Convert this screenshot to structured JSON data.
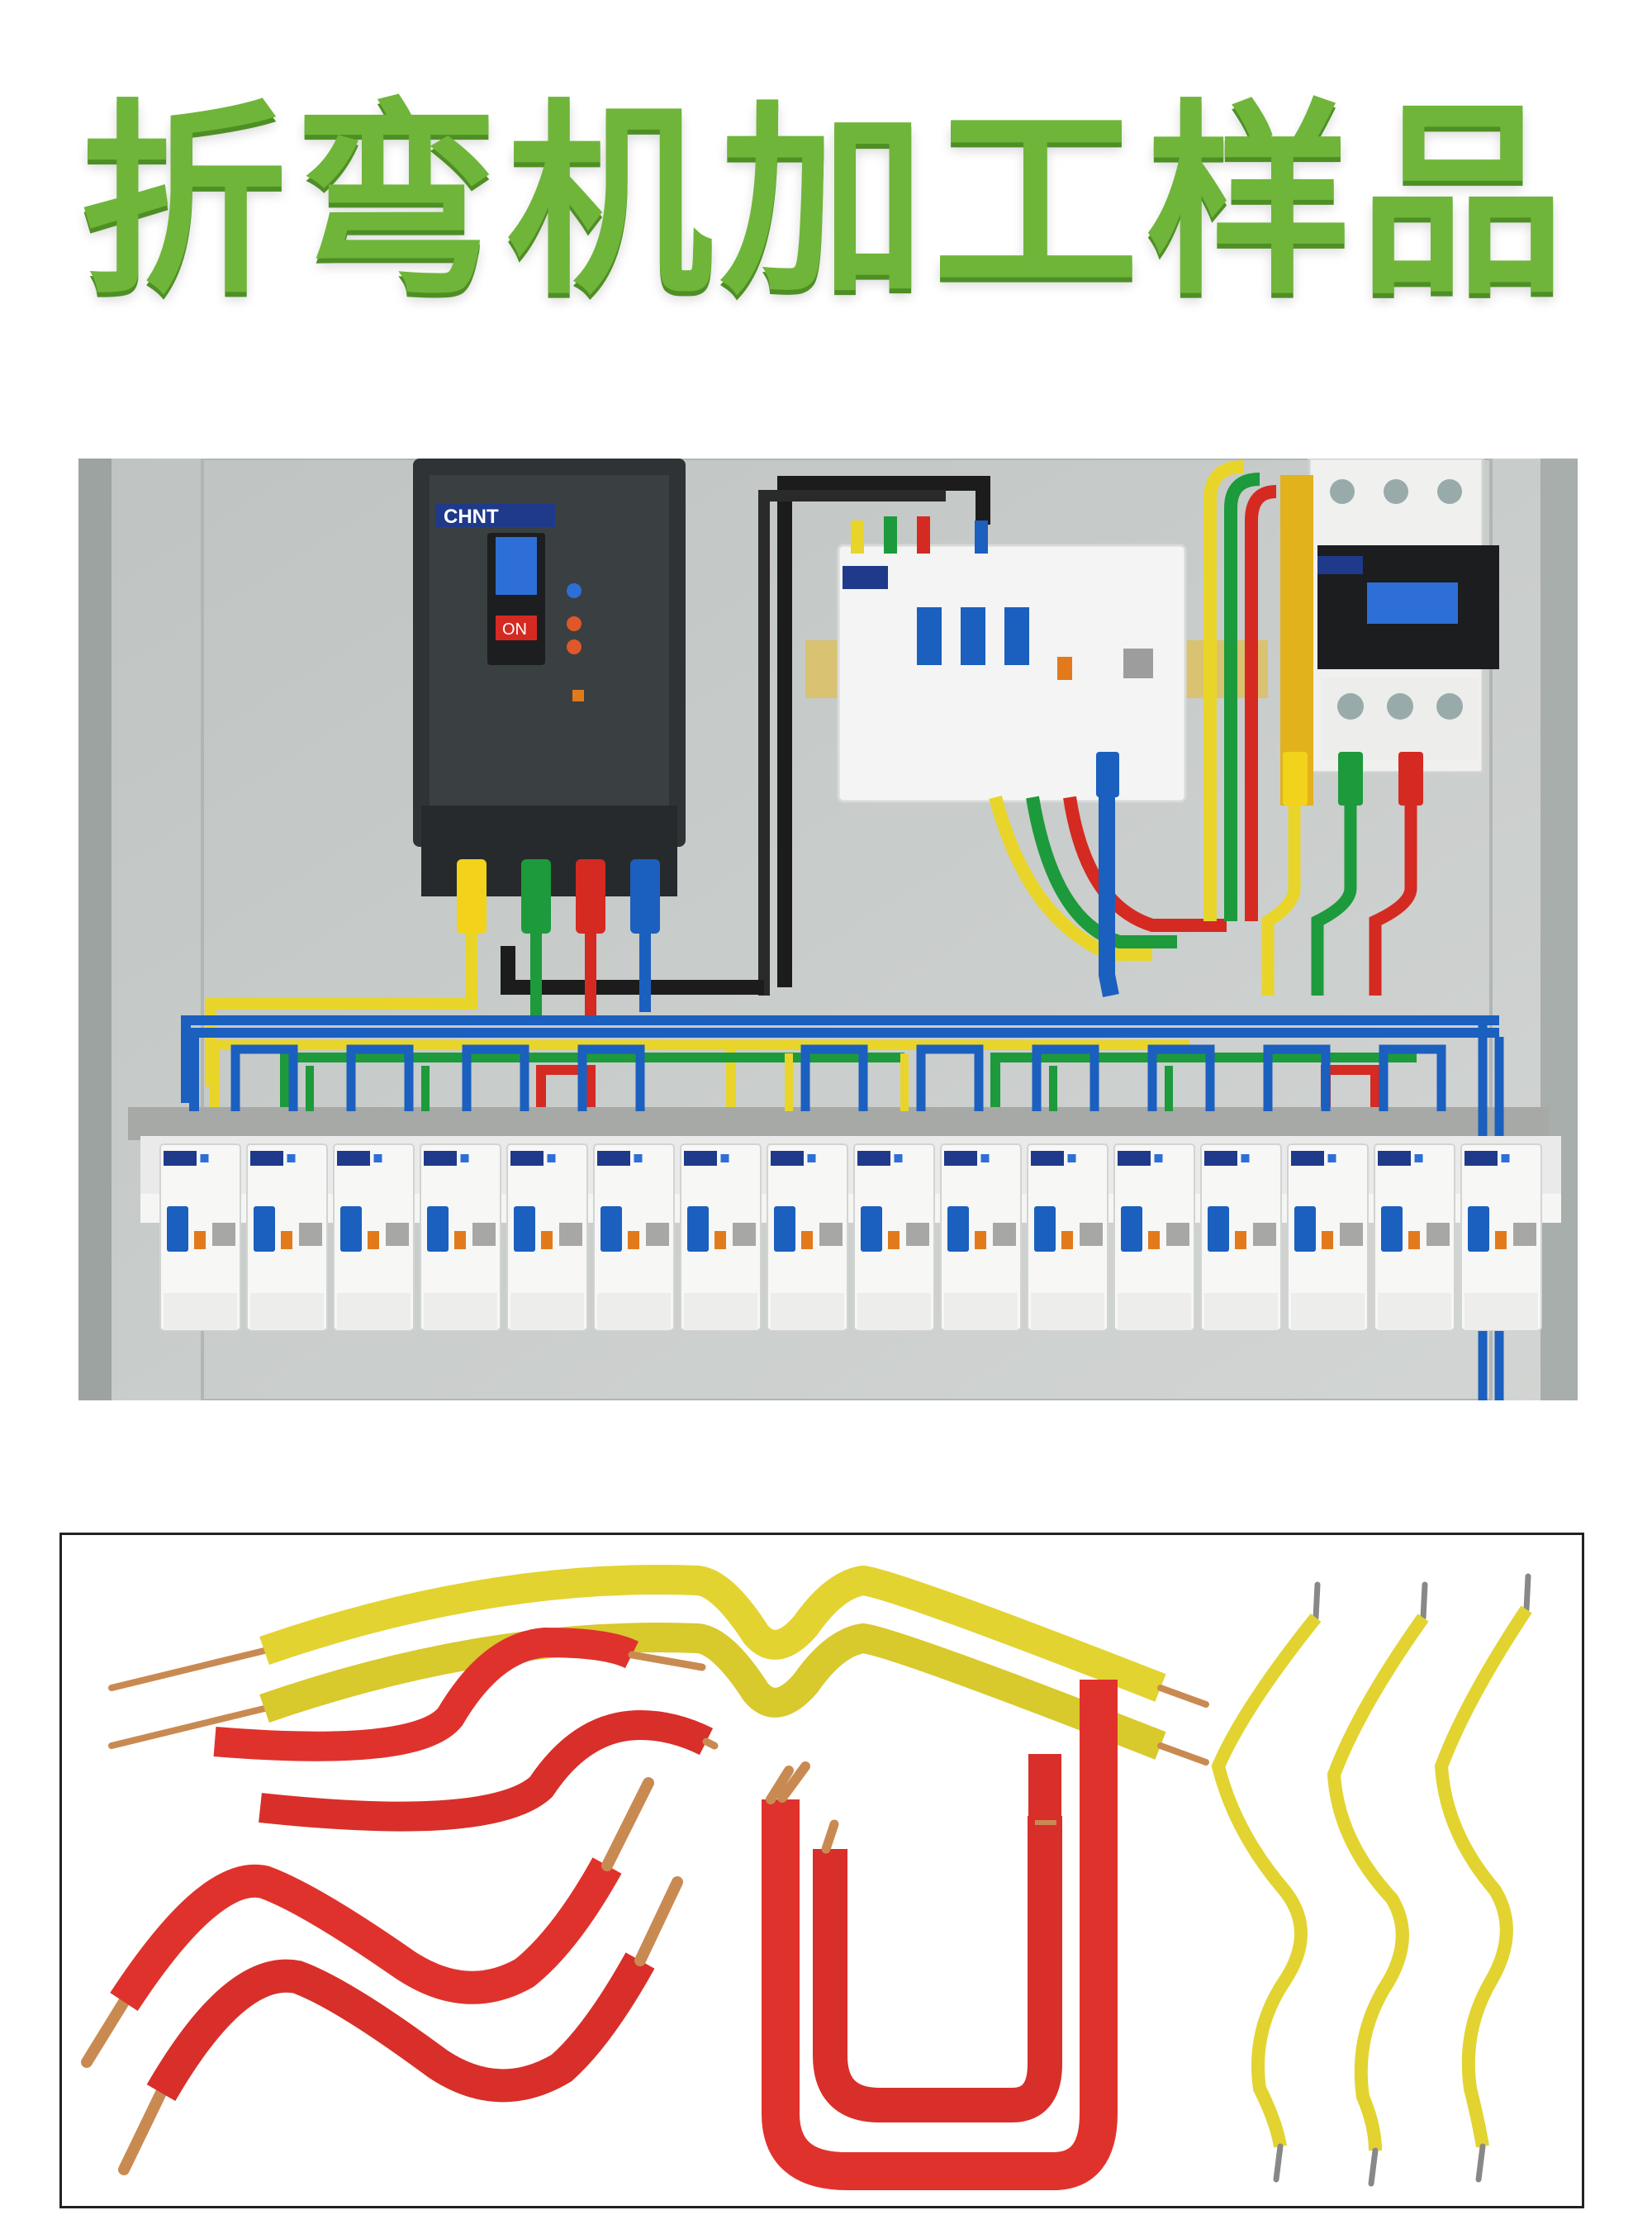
{
  "page": {
    "title": "折弯机加工样品"
  },
  "photo": {
    "brand_label": "CHNT",
    "breaker_on_label": "ON",
    "breaker_module_count": 16
  },
  "samples": {
    "wire_colors": {
      "yellow": "#e2d331",
      "red": "#e0322c",
      "copper": "#c98a52"
    }
  },
  "colors": {
    "title_green": "#6fb53a",
    "panel_gray": "#c6cac8",
    "breaker_blue": "#1f3a8a",
    "wire_blue": "#1b5fbf",
    "wire_green": "#1d9a3b",
    "wire_red": "#d42a22",
    "wire_yellow": "#e9d52a",
    "wire_black": "#1c1c1c"
  }
}
